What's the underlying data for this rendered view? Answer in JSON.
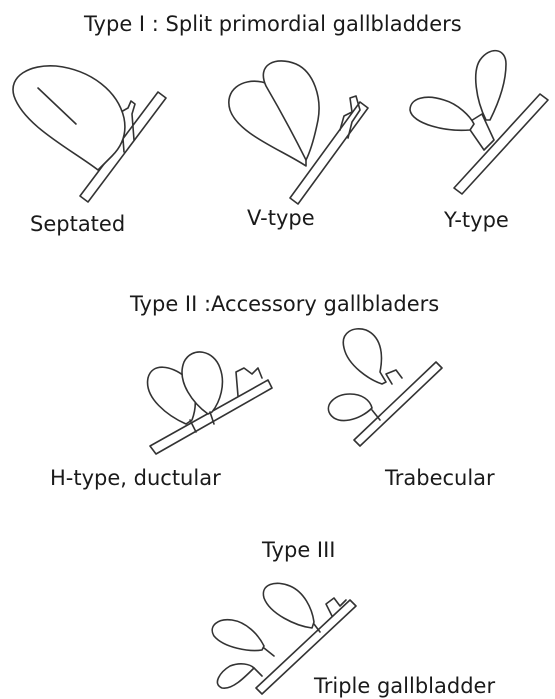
{
  "sections": {
    "type1": {
      "heading": "Type I : Split primordial gallbladders",
      "septated": "Septated",
      "vtype": "V-type",
      "ytype": "Y-type"
    },
    "type2": {
      "heading": "Type II :Accessory gallbladers",
      "htype": "H-type, ductular",
      "trabecular": "Trabecular"
    },
    "type3": {
      "heading": "Type III",
      "triple": "Triple gallbladder"
    }
  }
}
